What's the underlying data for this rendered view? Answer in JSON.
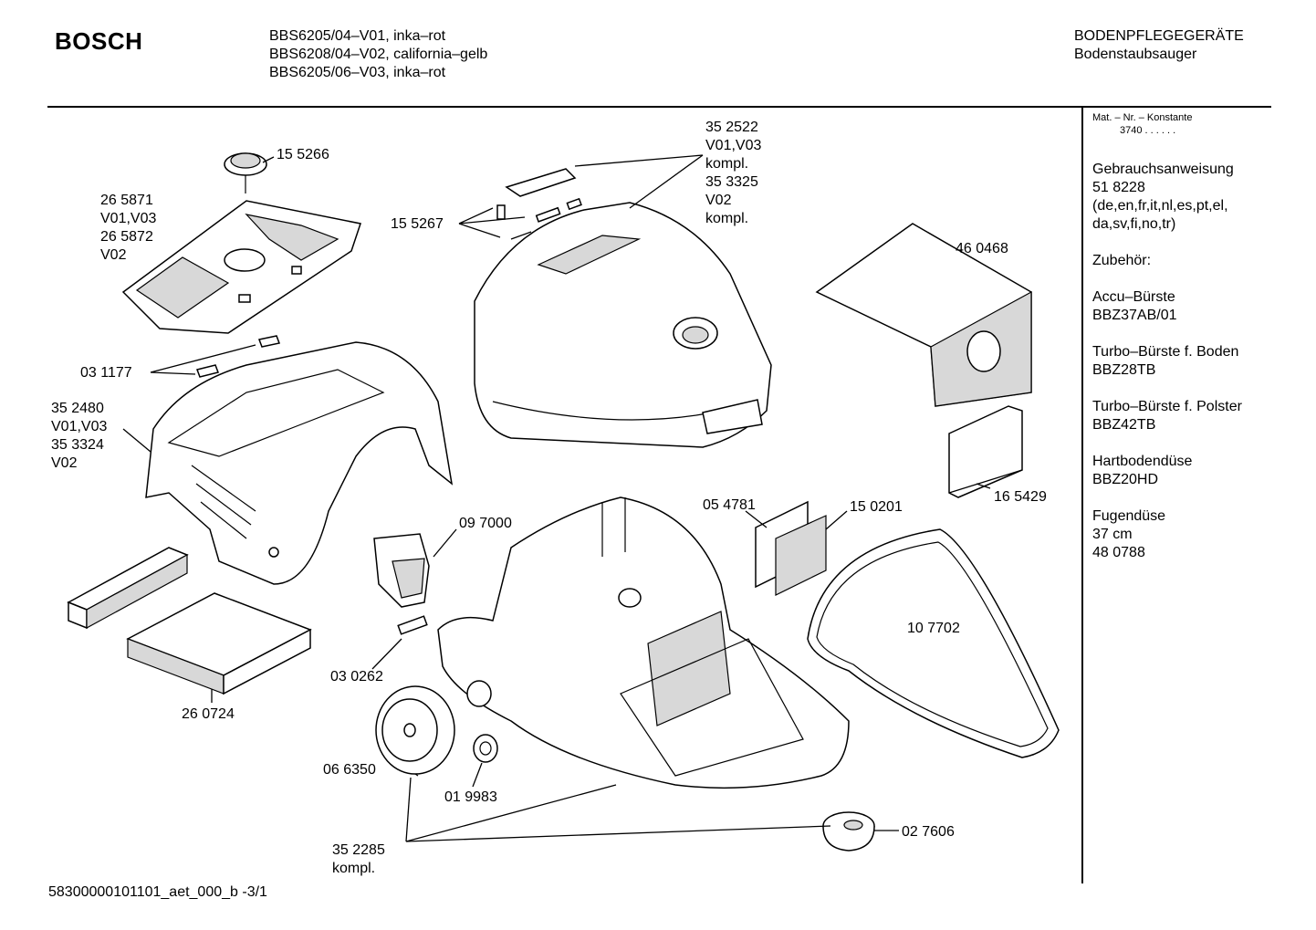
{
  "header": {
    "brand": "BOSCH",
    "models": [
      "BBS6205/04–V01, inka–rot",
      "BBS6208/04–V02, california–gelb",
      "BBS6205/06–V03, inka–rot"
    ],
    "category": "BODENPFLEGEGERÄTE",
    "subcategory": "Bodenstaubsauger"
  },
  "sidebar": {
    "konstante_label": "Mat. – Nr. – Konstante",
    "konstante_value": "3740 . .   . . . .",
    "blocks": [
      [
        "Gebrauchsanweisung",
        "51 8228",
        "(de,en,fr,it,nl,es,pt,el,",
        "da,sv,fi,no,tr)"
      ],
      [
        "Zubehör:"
      ],
      [
        "Accu–Bürste",
        "BBZ37AB/01"
      ],
      [
        "Turbo–Bürste f. Boden",
        "BBZ28TB"
      ],
      [
        "Turbo–Bürste f. Polster",
        "BBZ42TB"
      ],
      [
        "Hartbodendüse",
        "BBZ20HD"
      ],
      [
        "Fugendüse",
        "37 cm",
        "48 0788"
      ]
    ]
  },
  "parts": {
    "p155266": "15 5266",
    "p265871": [
      "26 5871",
      "V01,V03",
      "26 5872",
      "V02"
    ],
    "p155267": "15 5267",
    "p352522": [
      "35 2522",
      "V01,V03",
      "kompl.",
      "35 3325",
      "V02",
      "kompl."
    ],
    "p460468": "46 0468",
    "p031177": "03 1177",
    "p352480": [
      "35 2480",
      "V01,V03",
      "35 3324",
      "V02"
    ],
    "p097000": "09 7000",
    "p054781": "05 4781",
    "p150201": "15 0201",
    "p165429": "16 5429",
    "p107702": "10 7702",
    "p030262": "03 0262",
    "p260724": "26 0724",
    "p066350": "06 6350",
    "p019983": "01 9983",
    "p352285": [
      "35 2285",
      "kompl."
    ],
    "p027606": "02 7606"
  },
  "footer": {
    "doc_id": "58300000101101_aet_000_b -3/1"
  }
}
